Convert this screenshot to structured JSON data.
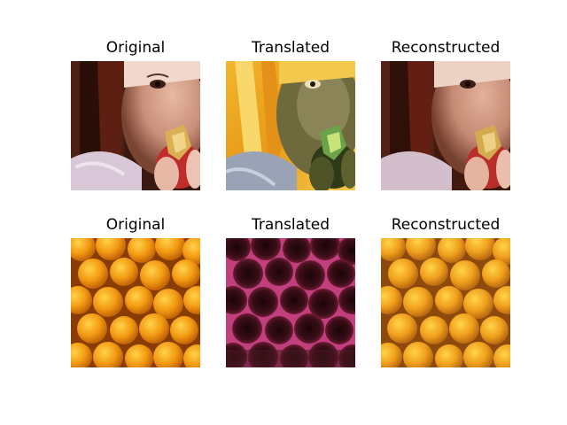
{
  "figure": {
    "rows": [
      {
        "panels": [
          {
            "title": "Original",
            "subject": "girl biting apple (natural colors)"
          },
          {
            "title": "Translated",
            "subject": "girl biting apple translated to orange/yellow palette"
          },
          {
            "title": "Reconstructed",
            "subject": "girl biting apple reconstructed"
          }
        ]
      },
      {
        "panels": [
          {
            "title": "Original",
            "subject": "pile of oranges"
          },
          {
            "title": "Translated",
            "subject": "pile of oranges translated to dark red/magenta texture"
          },
          {
            "title": "Reconstructed",
            "subject": "pile of oranges reconstructed"
          }
        ]
      }
    ]
  }
}
